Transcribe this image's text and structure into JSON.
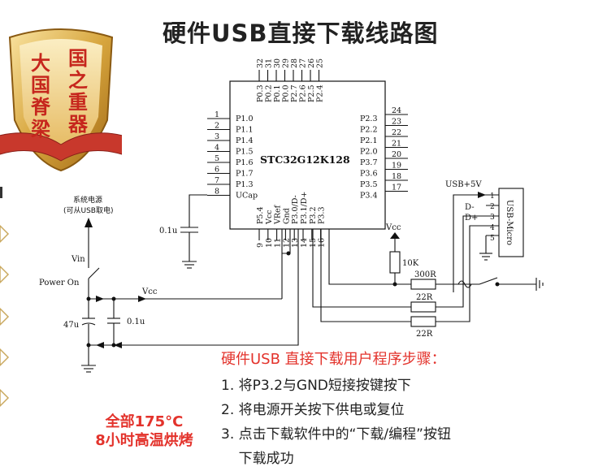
{
  "title": "硬件USB直接下载线路图",
  "badge": {
    "chars": [
      "大",
      "国",
      "国",
      "之",
      "脊",
      "重",
      "梁",
      "器"
    ]
  },
  "chip": {
    "name": "STC32G12K128",
    "top_pins": [
      {
        "num": "32",
        "label": "P0.3"
      },
      {
        "num": "31",
        "label": "P0.2"
      },
      {
        "num": "30",
        "label": "P0.1"
      },
      {
        "num": "29",
        "label": "P0.0"
      },
      {
        "num": "28",
        "label": "P2.7"
      },
      {
        "num": "27",
        "label": "P2.6"
      },
      {
        "num": "26",
        "label": "P2.5"
      },
      {
        "num": "25",
        "label": "P2.4"
      }
    ],
    "left_pins": [
      {
        "num": "1",
        "label": "P1.0"
      },
      {
        "num": "2",
        "label": "P1.1"
      },
      {
        "num": "3",
        "label": "P1.4"
      },
      {
        "num": "4",
        "label": "P1.5"
      },
      {
        "num": "5",
        "label": "P1.6"
      },
      {
        "num": "6",
        "label": "P1.7"
      },
      {
        "num": "7",
        "label": "P1.3"
      },
      {
        "num": "8",
        "label": "UCap"
      }
    ],
    "right_pins": [
      {
        "num": "24",
        "label": "P2.3"
      },
      {
        "num": "23",
        "label": "P2.2"
      },
      {
        "num": "22",
        "label": "P2.1"
      },
      {
        "num": "21",
        "label": "P2.0"
      },
      {
        "num": "20",
        "label": "P3.7"
      },
      {
        "num": "19",
        "label": "P3.6"
      },
      {
        "num": "18",
        "label": "P3.5"
      },
      {
        "num": "17",
        "label": "P3.4"
      }
    ],
    "bottom_pins": [
      {
        "num": "9",
        "label": "P5.4"
      },
      {
        "num": "10",
        "label": "Vcc"
      },
      {
        "num": "11",
        "label": "VRef"
      },
      {
        "num": "12",
        "label": "Gnd"
      },
      {
        "num": "13",
        "label": "P3.0/D-"
      },
      {
        "num": "14",
        "label": "P3.1/D+"
      },
      {
        "num": "15",
        "label": "P3.2"
      },
      {
        "num": "16",
        "label": "P3.3"
      }
    ]
  },
  "labels": {
    "power_source": "系统电源",
    "power_source_sub": "(可从USB取电)",
    "vin": "Vin",
    "power_on": "Power On",
    "vcc_left": "Vcc",
    "vcc_right": "Vcc",
    "cap_ucap": "0.1u",
    "cap_47": "47u",
    "cap_01": "0.1u",
    "r_10k": "10K",
    "r_300": "300R",
    "r_22a": "22R",
    "r_22b": "22R",
    "usb_5v": "USB+5V",
    "d_minus": "D-",
    "d_plus": "D+",
    "usb_name": "USB-Micro",
    "usb_pins": [
      "1",
      "2",
      "3",
      "4",
      "5"
    ]
  },
  "steps": {
    "heading": "硬件USB 直接下载用户程序步骤：",
    "items": [
      "1. 将P3.2与GND短接按键按下",
      "2. 将电源开关按下供电或复位",
      "3. 点击下载软件中的“下载/编程”按钮",
      "    下载成功"
    ]
  },
  "bake": {
    "line1": "全部175°C",
    "line2": "8小时高温烘烤"
  }
}
